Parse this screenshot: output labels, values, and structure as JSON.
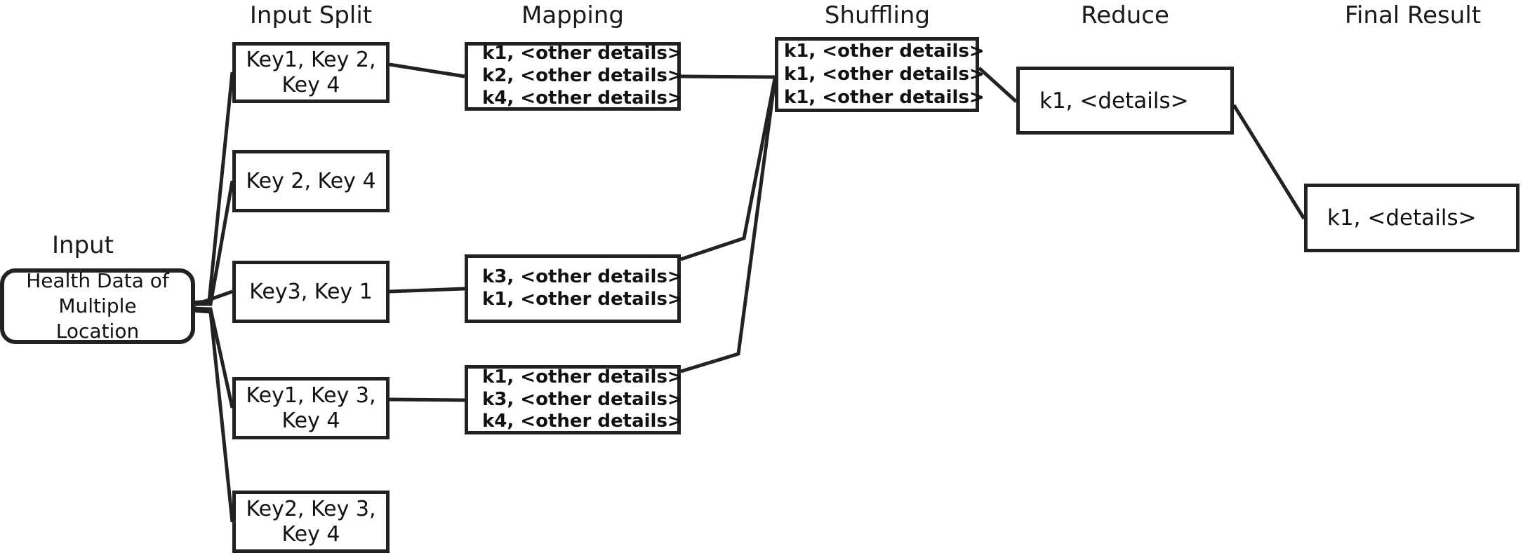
{
  "diagram": {
    "title": "MapReduce processing flow",
    "stage_labels": [
      {
        "id": "input",
        "text": "Input"
      },
      {
        "id": "input-split",
        "text": "Input Split"
      },
      {
        "id": "mapping",
        "text": "Mapping"
      },
      {
        "id": "shuffling",
        "text": "Shuffling"
      },
      {
        "id": "reduce",
        "text": "Reduce"
      },
      {
        "id": "final-result",
        "text": "Final Result"
      }
    ],
    "colors": {
      "stroke": "#222222",
      "text": "#111111",
      "background": "#ffffff"
    },
    "input_node": {
      "lines": [
        "Health Data of",
        "Multiple",
        "Location"
      ]
    },
    "input_splits": [
      {
        "id": "split-1",
        "lines": [
          "Key1, Key 2,",
          "Key 4"
        ]
      },
      {
        "id": "split-2",
        "lines": [
          "Key 2, Key 4"
        ]
      },
      {
        "id": "split-3",
        "lines": [
          "Key3, Key 1"
        ]
      },
      {
        "id": "split-4",
        "lines": [
          "Key1, Key 3,",
          "Key 4"
        ]
      },
      {
        "id": "split-5",
        "lines": [
          "Key2, Key 3,",
          "Key 4"
        ]
      }
    ],
    "mappings": [
      {
        "id": "map-1",
        "lines": [
          "k1, <other details>",
          "k2, <other details>",
          "k4, <other details>"
        ]
      },
      {
        "id": "map-2",
        "lines": [
          "k3, <other details>",
          "k1, <other details>"
        ]
      },
      {
        "id": "map-3",
        "lines": [
          "k1, <other details>",
          "k3, <other details>",
          "k4, <other details>"
        ]
      }
    ],
    "shuffling": {
      "id": "shuffle-1",
      "lines": [
        "k1, <other details>",
        "k1, <other details>",
        "k1, <other details>"
      ]
    },
    "reduce": {
      "id": "reduce-1",
      "lines": [
        "k1, <details>"
      ]
    },
    "final_result": {
      "id": "final-1",
      "lines": [
        "k1, <details>"
      ]
    }
  }
}
